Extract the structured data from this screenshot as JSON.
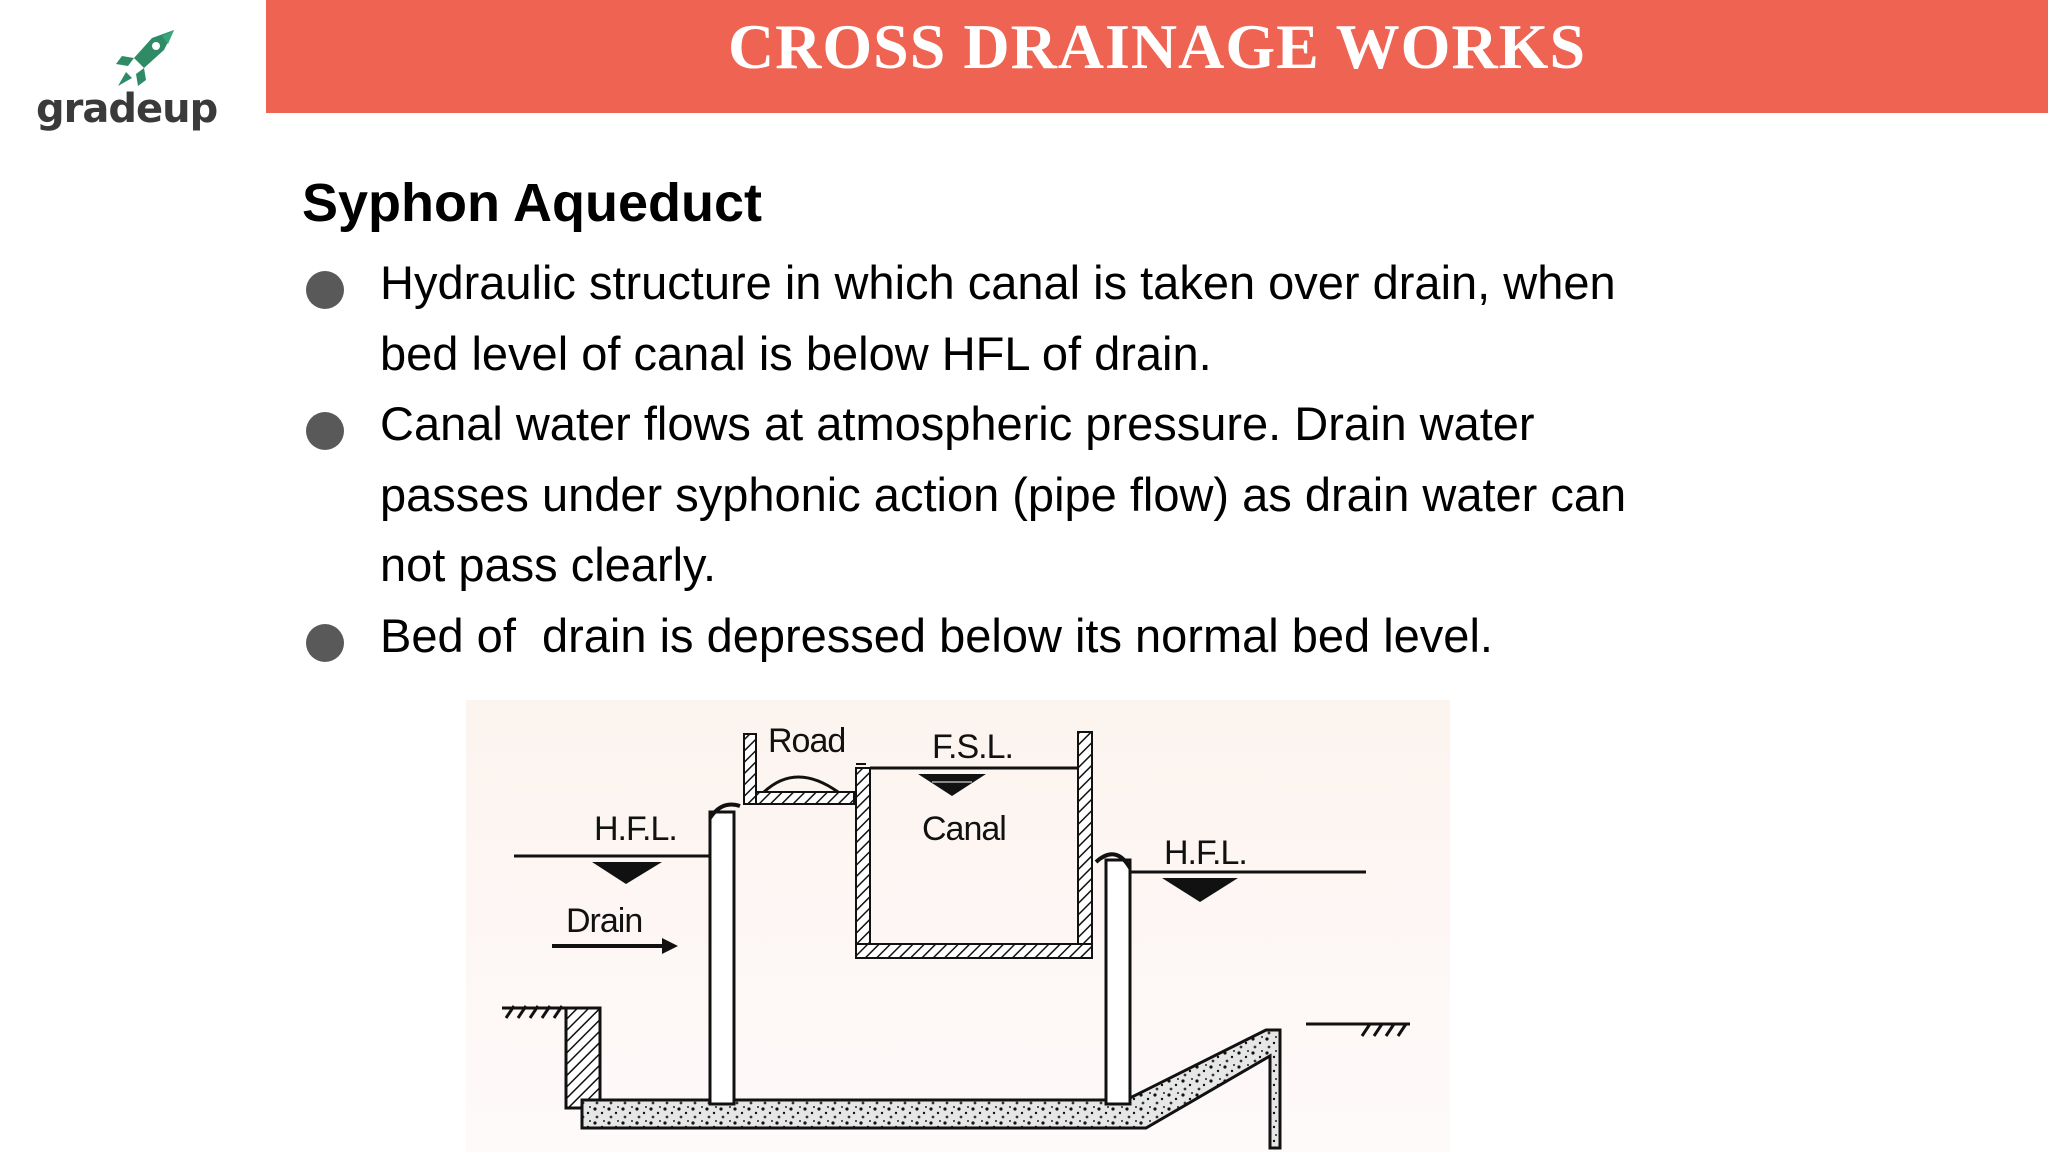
{
  "logo": {
    "text": "gradeup",
    "brand_color": "#2e8b66",
    "icon": "rocket-icon"
  },
  "header": {
    "title": "CROSS DRAINAGE WORKS",
    "bar_color": "#ee6352"
  },
  "section": {
    "title": "Syphon Aqueduct"
  },
  "bullets": [
    {
      "text": "Hydraulic structure in which canal is taken over drain, when\nbed level of canal is below HFL of drain."
    },
    {
      "text": "Canal water flows at atmospheric pressure. Drain water\npasses under syphonic action (pipe flow) as drain water can\nnot pass clearly."
    },
    {
      "text": "Bed of  drain is depressed below its normal bed level."
    }
  ],
  "diagram": {
    "labels": {
      "road": "Road",
      "fsl": "F.S.L.",
      "canal": "Canal",
      "hfl_left": "H.F.L.",
      "hfl_right": "H.F.L.",
      "drain": "Drain"
    }
  }
}
